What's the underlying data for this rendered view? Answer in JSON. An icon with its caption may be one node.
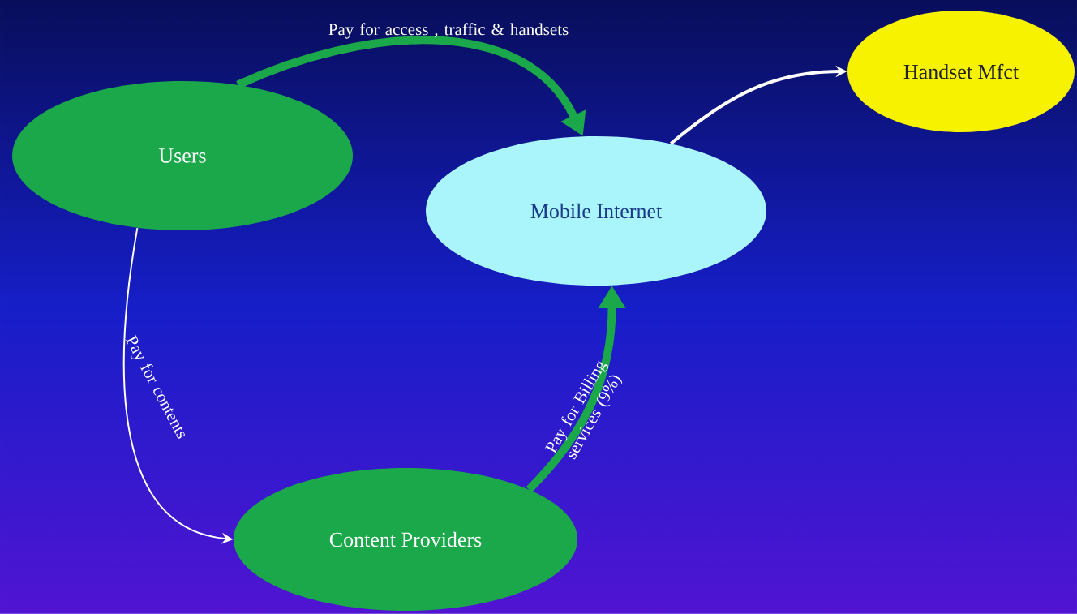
{
  "diagram": {
    "nodes": [
      {
        "text": [
          "Users"
        ]
      },
      {
        "text": [
          "Mobile Internet"
        ]
      },
      {
        "text": [
          "Handset Mfct"
        ]
      },
      {
        "text": [
          "Content Providers"
        ]
      }
    ],
    "edges": [
      {
        "from": 0,
        "to": 1,
        "arrow": "to",
        "label": "Pay for access , traffic & handsets",
        "style": "thick",
        "color": "#1aa84a"
      },
      {
        "from": 1,
        "to": 2,
        "arrow": "to",
        "color": "#ffffff"
      },
      {
        "from": 0,
        "to": 3,
        "arrow": "to",
        "label": "Pay for contents",
        "color": "#ffffff"
      },
      {
        "from": 3,
        "to": 1,
        "arrow": "to",
        "label": "Pay for Billing services (9%)",
        "style": "thick",
        "color": "#1aa84a"
      }
    ]
  }
}
